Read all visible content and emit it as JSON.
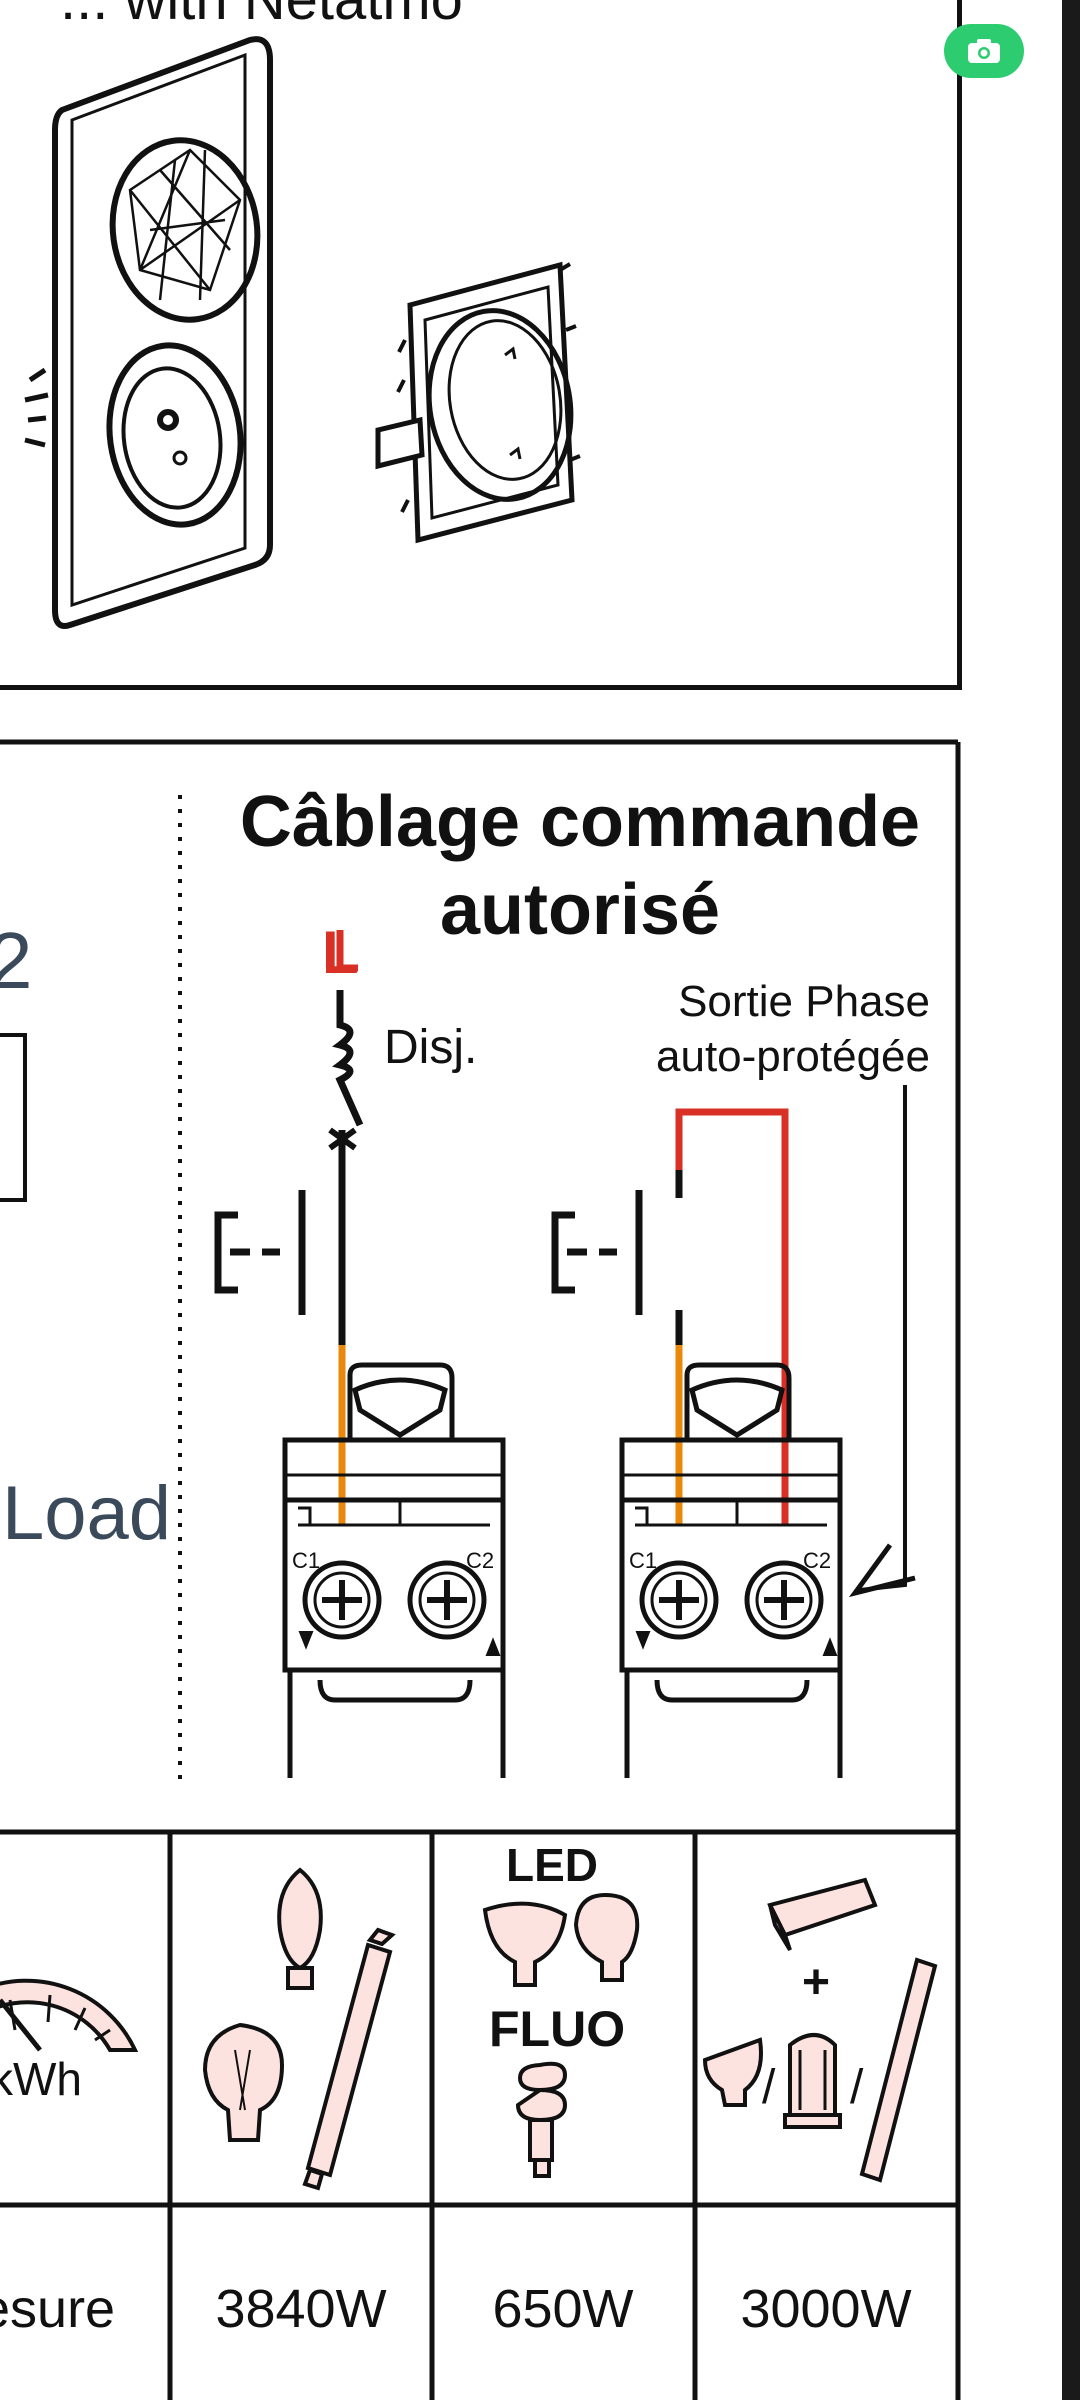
{
  "header": {
    "title": "... with Netatmo"
  },
  "toolbar": {
    "screenshot_icon": "camera-icon",
    "accent": "#2ecc71"
  },
  "wiring": {
    "title": "Câblage commande\nautorisé",
    "phase_label": "L",
    "breaker_label": "Disj.",
    "output_label_line1": "Sortie Phase",
    "output_label_line2": "auto-protégée",
    "terminal_c1": "C1",
    "terminal_c2": "C2",
    "colors": {
      "phase": "#d93025",
      "load": "#e8890c"
    }
  },
  "left_partial": {
    "number": "2",
    "load_label": "Load"
  },
  "load_table": {
    "icons_row": {
      "meter_unit": "kWh",
      "led_label": "LED",
      "fluo_label": "FLUO",
      "plus": "+",
      "slash": "/"
    },
    "values_row": [
      "esure",
      "3840W",
      "650W",
      "3000W"
    ]
  }
}
